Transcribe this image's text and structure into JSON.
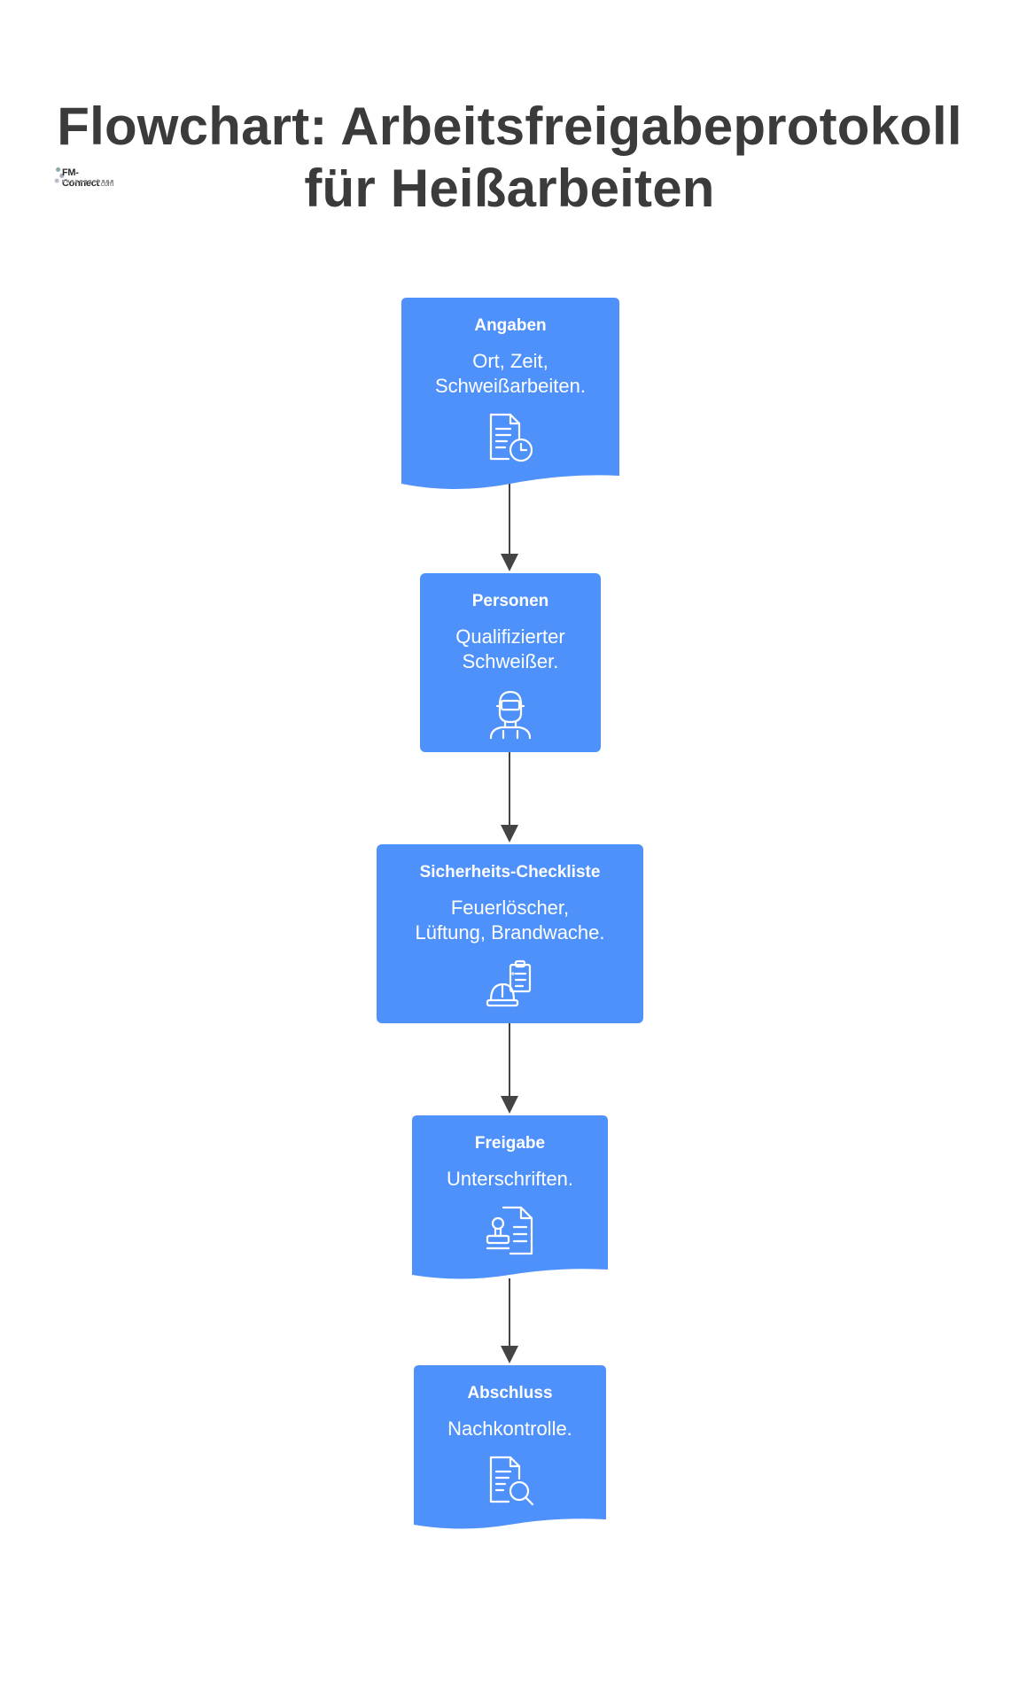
{
  "title": "Flowchart: Arbeitsfreigabeprotokoll für Heißarbeiten",
  "logo": {
    "text": "FM-Connect",
    "suffix": ".com"
  },
  "colors": {
    "node_fill": "#4f91fb",
    "node_text": "#ffffff",
    "title": "#3b3b3b",
    "connector": "#444444"
  },
  "nodes": [
    {
      "heading": "Angaben",
      "description": "Ort, Zeit,\nSchweißarbeiten.",
      "icon": "document-clock-icon",
      "shape": "document"
    },
    {
      "heading": "Personen",
      "description": "Qualifizierter\nSchweißer.",
      "icon": "welder-icon",
      "shape": "rectangle"
    },
    {
      "heading": "Sicherheits-Checkliste",
      "description": "Feuerlöscher,\nLüftung, Brandwache.",
      "icon": "hardhat-checklist-icon",
      "shape": "rectangle"
    },
    {
      "heading": "Freigabe",
      "description": "Unterschriften.",
      "icon": "stamp-document-icon",
      "shape": "document"
    },
    {
      "heading": "Abschluss",
      "description": "Nachkontrolle.",
      "icon": "document-search-icon",
      "shape": "document"
    }
  ]
}
